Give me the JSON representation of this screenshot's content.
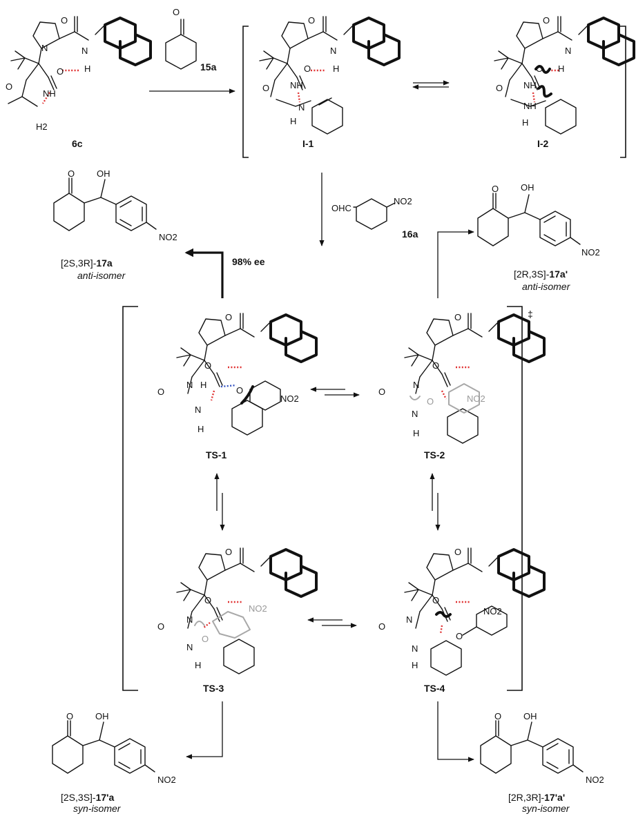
{
  "reagents": {
    "ketone_label": "15a",
    "aldehyde_label": "16a",
    "aldehyde_text": "OHC",
    "nitro": "NO2"
  },
  "compounds": {
    "catalyst": "6c",
    "int1": "I-1",
    "int2": "I-2",
    "ts1": "TS-1",
    "ts2": "TS-2",
    "ts3": "TS-3",
    "ts4": "TS-4",
    "dagger": "‡"
  },
  "selectivity": "98% ee",
  "products": {
    "p1": {
      "config": "[2S,3R]-",
      "name": "17a",
      "isomer": "anti-isomer"
    },
    "p2": {
      "config": "[2R,3S]-",
      "name": "17a'",
      "isomer": "anti-isomer"
    },
    "p3": {
      "config": "[2S,3S]-",
      "name": "17'a",
      "isomer": "syn-isomer"
    },
    "p4": {
      "config": "[2R,3R]-",
      "name": "17'a'",
      "isomer": "syn-isomer"
    }
  },
  "atoms": {
    "O": "O",
    "OH": "OH",
    "N": "N",
    "H": "H",
    "NH": "NH",
    "H2": "H2"
  }
}
